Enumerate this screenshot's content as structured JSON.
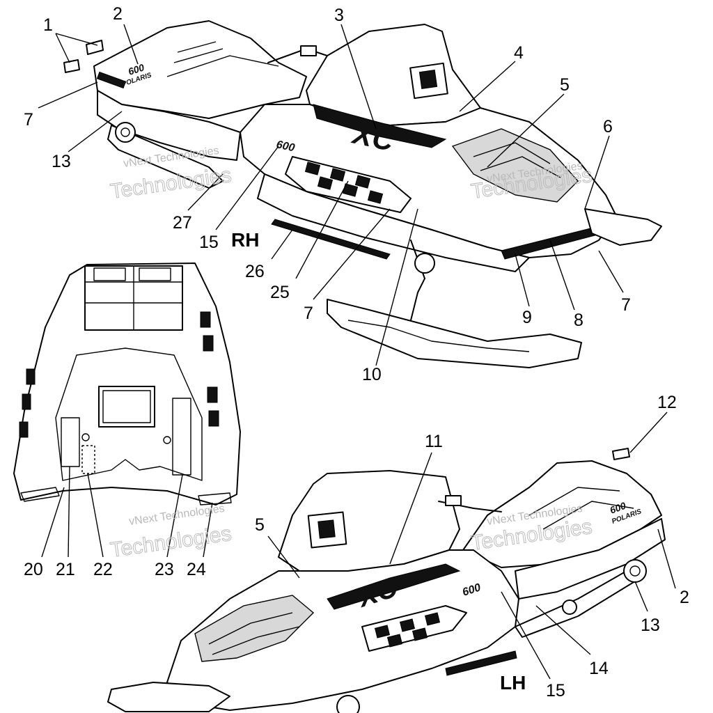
{
  "views": {
    "rh": {
      "side_label": "RH"
    },
    "lh": {
      "side_label": "LH"
    }
  },
  "callouts": {
    "rh_1": "1",
    "rh_2": "2",
    "rh_3": "3",
    "rh_4": "4",
    "rh_5": "5",
    "rh_6": "6",
    "rh_7a": "7",
    "rh_7b": "7",
    "rh_7c": "7",
    "rh_8": "8",
    "rh_9": "9",
    "rh_10": "10",
    "rh_13": "13",
    "rh_15": "15",
    "rh_25": "25",
    "rh_26": "26",
    "rh_27": "27",
    "hood_20": "20",
    "hood_21": "21",
    "hood_22": "22",
    "hood_23": "23",
    "hood_24": "24",
    "lh_2": "2",
    "lh_5": "5",
    "lh_11": "11",
    "lh_12": "12",
    "lh_13": "13",
    "lh_14": "14",
    "lh_15": "15"
  },
  "decals": {
    "rh_model": "XC",
    "rh_engine": "600",
    "rh_brand": "POLARIS",
    "lh_model": "XC",
    "lh_engine": "600",
    "lh_brand": "POLARIS"
  },
  "watermark": {
    "line1": "vNext Technologies",
    "line2": "Technologies"
  },
  "colors": {
    "ink": "#000000",
    "paper": "#ffffff",
    "watermark": "#b9b9b9"
  }
}
